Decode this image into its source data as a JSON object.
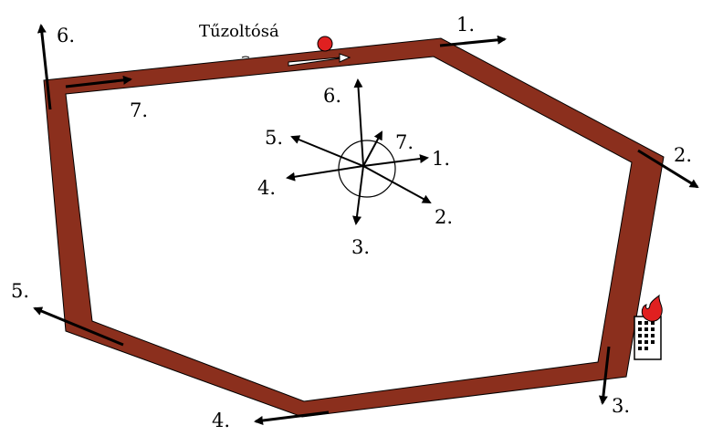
{
  "title_text": "Tűzoltósá",
  "colors": {
    "road_fill": "#8b2f1d",
    "road_stroke": "#000000",
    "marker": "#e02020",
    "flame": "#e02020",
    "arrow": "#000000",
    "background": "#ffffff"
  },
  "outer_arrows": [
    {
      "id": "1",
      "label": "1."
    },
    {
      "id": "2",
      "label": "2."
    },
    {
      "id": "3",
      "label": "3."
    },
    {
      "id": "4",
      "label": "4."
    },
    {
      "id": "5",
      "label": "5."
    },
    {
      "id": "6",
      "label": "6."
    },
    {
      "id": "7",
      "label": "7."
    }
  ],
  "compass_arrows": [
    {
      "id": "1",
      "label": "1."
    },
    {
      "id": "2",
      "label": "2."
    },
    {
      "id": "3",
      "label": "3."
    },
    {
      "id": "4",
      "label": "4."
    },
    {
      "id": "5",
      "label": "5."
    },
    {
      "id": "6",
      "label": "6."
    },
    {
      "id": "7",
      "label": "7."
    }
  ],
  "icons": {
    "station_marker": "red-dot-icon",
    "burning_building": "burning-building-icon"
  }
}
